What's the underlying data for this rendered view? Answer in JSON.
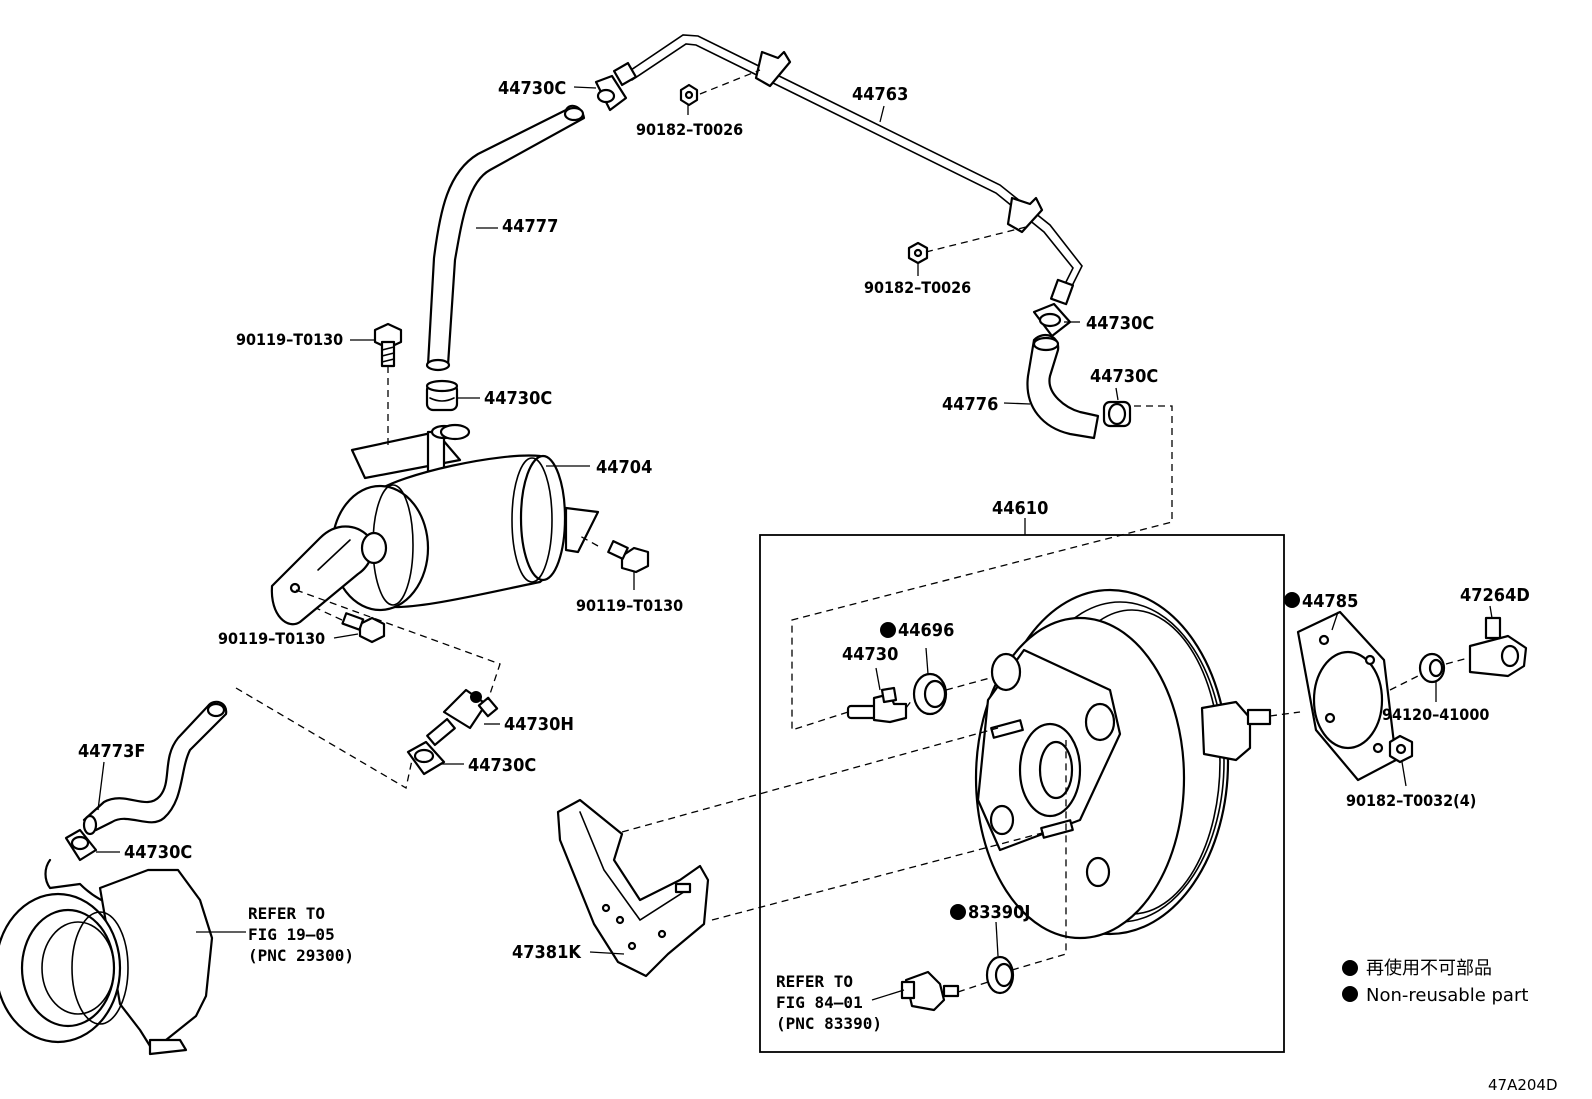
{
  "assembly_box_label": "44610",
  "callouts": {
    "c_44730C_top": "44730C",
    "c_90182_T0026_top": "90182–T0026",
    "c_44763": "44763",
    "c_44777": "44777",
    "c_90182_T0026_mid": "90182–T0026",
    "c_44730C_right1": "44730C",
    "c_44730C_right2": "44730C",
    "c_44776": "44776",
    "c_90119_T0130_a": "90119–T0130",
    "c_44730C_mid": "44730C",
    "c_44704": "44704",
    "c_90119_T0130_b": "90119–T0130",
    "c_90119_T0130_c": "90119–T0130",
    "c_44730H": "44730H",
    "c_44730C_low": "44730C",
    "c_44773F": "44773F",
    "c_44730C_pump": "44730C",
    "c_44696": "44696",
    "c_44730": "44730",
    "c_44785": "44785",
    "c_47264D": "47264D",
    "c_94120_41000": "94120–41000",
    "c_90182_T0032": "90182–T0032(4)",
    "c_83390J": "83390J",
    "c_47381K": "47381K"
  },
  "refer_notes": {
    "pump_line1": "REFER TO",
    "pump_line2": "FIG 19–05",
    "pump_line3": "(PNC 29300)",
    "switch_line1": "REFER TO",
    "switch_line2": "FIG 84–01",
    "switch_line3": "(PNC 83390)"
  },
  "legend": {
    "japanese": "再使用不可部品",
    "english": "Non-reusable part"
  },
  "figure_code": "47A204D"
}
